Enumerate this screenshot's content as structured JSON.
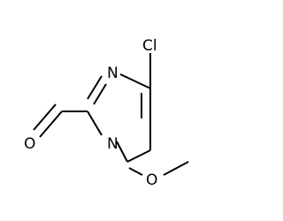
{
  "molecule": {
    "atoms": {
      "cl": "Cl",
      "n1": "N",
      "n3": "N",
      "o_aldehyde": "O",
      "o_methoxy": "O"
    }
  },
  "colors": {
    "bond": "#000000",
    "text": "#000000",
    "background": "#ffffff"
  }
}
